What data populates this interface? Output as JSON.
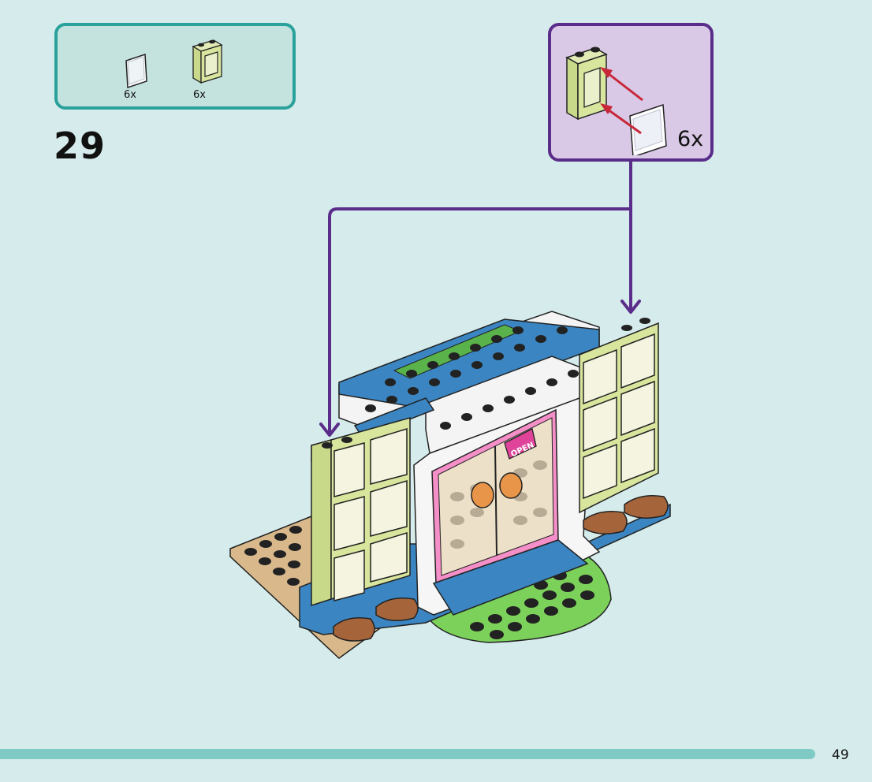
{
  "parts_list": {
    "items": [
      {
        "icon": "transparent-glass-pane-icon",
        "quantity": "6x"
      },
      {
        "icon": "lime-window-frame-icon",
        "quantity": "6x"
      }
    ]
  },
  "step": {
    "number": "29"
  },
  "sub_assembly": {
    "quantity": "6x"
  },
  "sign": {
    "text": "OPEN"
  },
  "page": {
    "number": "49"
  },
  "colors": {
    "background": "#d6ebeb",
    "parts_box_border": "#2aa19b",
    "sub_box_border": "#5a2d8a",
    "sub_box_fill": "#d9c9e6",
    "arrow": "#5a2d8a",
    "footer_bar": "#7fcac4"
  }
}
